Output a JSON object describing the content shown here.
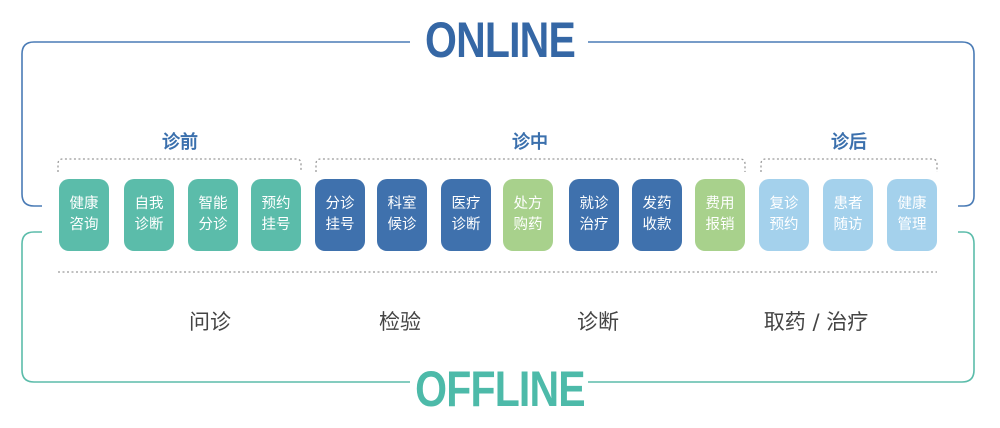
{
  "online_title": "ONLINE",
  "offline_title": "OFFLINE",
  "phases": [
    "诊前",
    "诊中",
    "诊后"
  ],
  "services": [
    "健康咨询",
    "自我诊断",
    "智能分诊",
    "预约挂号",
    "分诊挂号",
    "科室候诊",
    "医疗诊断",
    "处方购药",
    "就诊治疗",
    "发药收款",
    "费用报销",
    "复诊预约",
    "患者随访",
    "健康管理"
  ],
  "offline_steps": [
    "问诊",
    "检验",
    "诊断",
    "取药 / 治疗"
  ],
  "colors": {
    "online": "#3567a5",
    "offline": "#4dbaa9",
    "teal": "#5bbcaa",
    "blue": "#3f71ad",
    "green": "#a8d18c",
    "sky": "#a4d1ec"
  }
}
